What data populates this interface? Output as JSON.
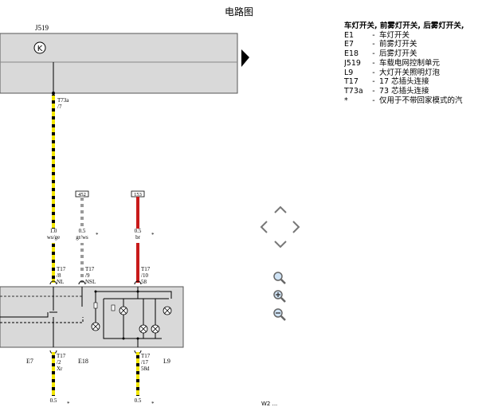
{
  "title": "电路图",
  "legend": {
    "heading": "车灯开关, 前雾灯开关, 后雾灯开关,",
    "items": [
      {
        "code": "E1",
        "desc": "车灯开关"
      },
      {
        "code": "E7",
        "desc": "前雾灯开关"
      },
      {
        "code": "E18",
        "desc": "后雾灯开关"
      },
      {
        "code": "J519",
        "desc": "车载电网控制单元"
      },
      {
        "code": "L9",
        "desc": "大灯开关照明灯泡"
      },
      {
        "code": "T17",
        "desc": "17 芯插头连接"
      },
      {
        "code": "T73a",
        "desc": "73 芯插头连接"
      },
      {
        "code": "*",
        "desc": "仅用于不带回家模式的汽"
      }
    ],
    "dash": "-"
  },
  "diagram": {
    "unit_label": "J519",
    "unit_symbol": "K",
    "connector_top": {
      "name": "T73a",
      "pin": "/7"
    },
    "ref_boxes": [
      "452",
      "153"
    ],
    "wires_top": [
      {
        "size": "1.0",
        "color": "ws/ge",
        "star": ""
      },
      {
        "size": "0.5",
        "color": "gr/ws",
        "star": "*"
      },
      {
        "size": "0.5",
        "color": "br",
        "star": "*"
      }
    ],
    "pins_top": [
      {
        "conn": "T17",
        "pin": "/8",
        "term": "NL"
      },
      {
        "conn": "T17",
        "pin": "/9",
        "term": "NSL"
      },
      {
        "conn": "T17",
        "pin": "/10",
        "term": "58"
      }
    ],
    "component_labels": {
      "e7": "E7",
      "e18": "E18",
      "l9": "L9"
    },
    "pins_bottom": [
      {
        "conn": "T17",
        "pin": "/2",
        "term": "Xr"
      },
      {
        "conn": "T17",
        "pin": "/17",
        "term": "58d"
      }
    ],
    "wires_bottom": [
      {
        "size": "0.5",
        "color": "",
        "star": "*"
      },
      {
        "size": "0.5",
        "color": "",
        "star": "*"
      }
    ],
    "bottom_label": "W2 ..."
  },
  "colors": {
    "yellow": "#f2e600",
    "black": "#000000",
    "gray": "#9a9a9a",
    "red": "#c81a1a",
    "housing": "#d9d9d9"
  },
  "icons": [
    "arrow-up-icon",
    "arrow-left-icon",
    "arrow-right-icon",
    "arrow-down-icon",
    "zoom-fit-icon",
    "zoom-in-icon",
    "zoom-out-icon"
  ]
}
